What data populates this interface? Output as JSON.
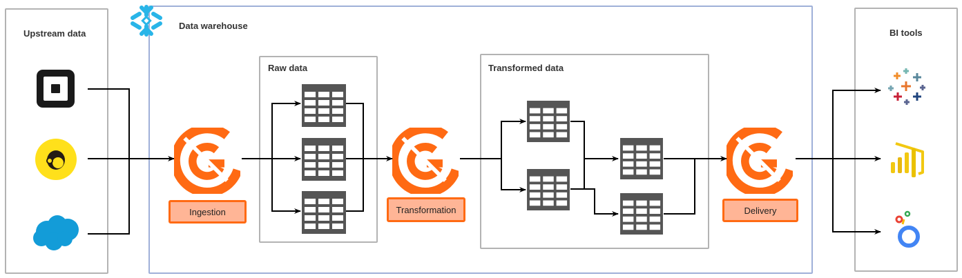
{
  "groups": {
    "upstream": {
      "title": "Upstream data"
    },
    "warehouse": {
      "title": "Data warehouse",
      "logo": "snowflake-icon",
      "border_color": "#9fb0d8"
    },
    "raw": {
      "title": "Raw data"
    },
    "transformed": {
      "title": "Transformed data"
    },
    "bi": {
      "title": "BI tools"
    }
  },
  "sources": [
    {
      "name": "Square",
      "icon": "square-icon",
      "color": "#1a1a1a"
    },
    {
      "name": "Mailchimp",
      "icon": "mailchimp-icon",
      "color": "#ffe01b"
    },
    {
      "name": "Salesforce",
      "icon": "salesforce-cloud-icon",
      "color": "#139cd8"
    }
  ],
  "stages": [
    {
      "label": "Ingestion",
      "icon": "gem-logo-icon"
    },
    {
      "label": "Transformation",
      "icon": "gem-logo-icon"
    },
    {
      "label": "Delivery",
      "icon": "gem-logo-icon"
    }
  ],
  "bi_tools": [
    {
      "name": "Tableau",
      "icon": "tableau-icon"
    },
    {
      "name": "Power BI",
      "icon": "powerbi-icon",
      "color": "#f2c811"
    },
    {
      "name": "Looker Studio",
      "icon": "looker-icon",
      "color": "#4285f4"
    }
  ],
  "tables": {
    "raw_count": 3,
    "transformed_count": 4
  },
  "colors": {
    "accent": "#ff6a13",
    "label_fill": "#ffb596",
    "table_dark": "#555555",
    "snowflake": "#29b5e8"
  }
}
